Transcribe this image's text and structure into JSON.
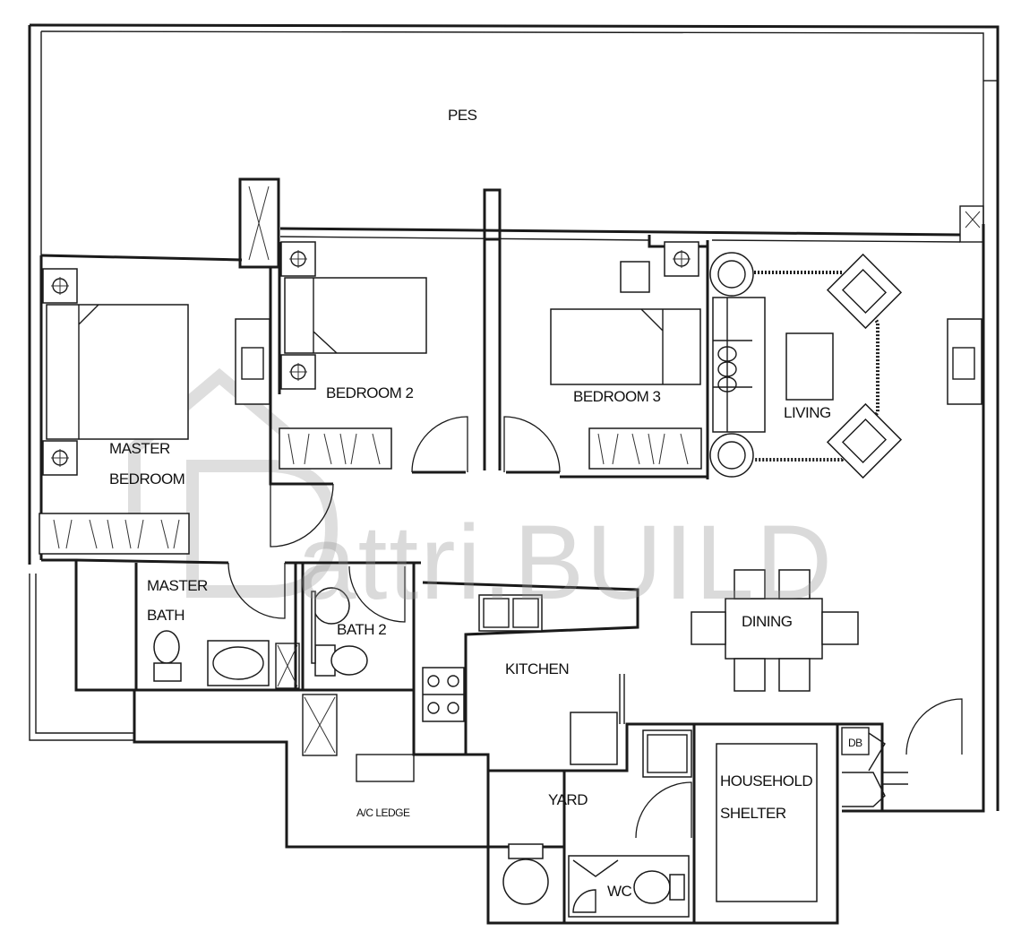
{
  "rooms": {
    "pes": "PES",
    "master_bedroom_line1": "MASTER",
    "master_bedroom_line2": "BEDROOM",
    "bedroom2": "BEDROOM 2",
    "bedroom3": "BEDROOM 3",
    "living": "LIVING",
    "dining": "DINING",
    "master_bath_line1": "MASTER",
    "master_bath_line2": "BATH",
    "bath2": "BATH 2",
    "kitchen": "KITCHEN",
    "yard": "YARD",
    "wc": "WC",
    "shelter_line1": "HOUSEHOLD",
    "shelter_line2": "SHELTER",
    "db": "DB",
    "ac_ledge": "A/C LEDGE"
  },
  "watermark": "attri.BUILD"
}
